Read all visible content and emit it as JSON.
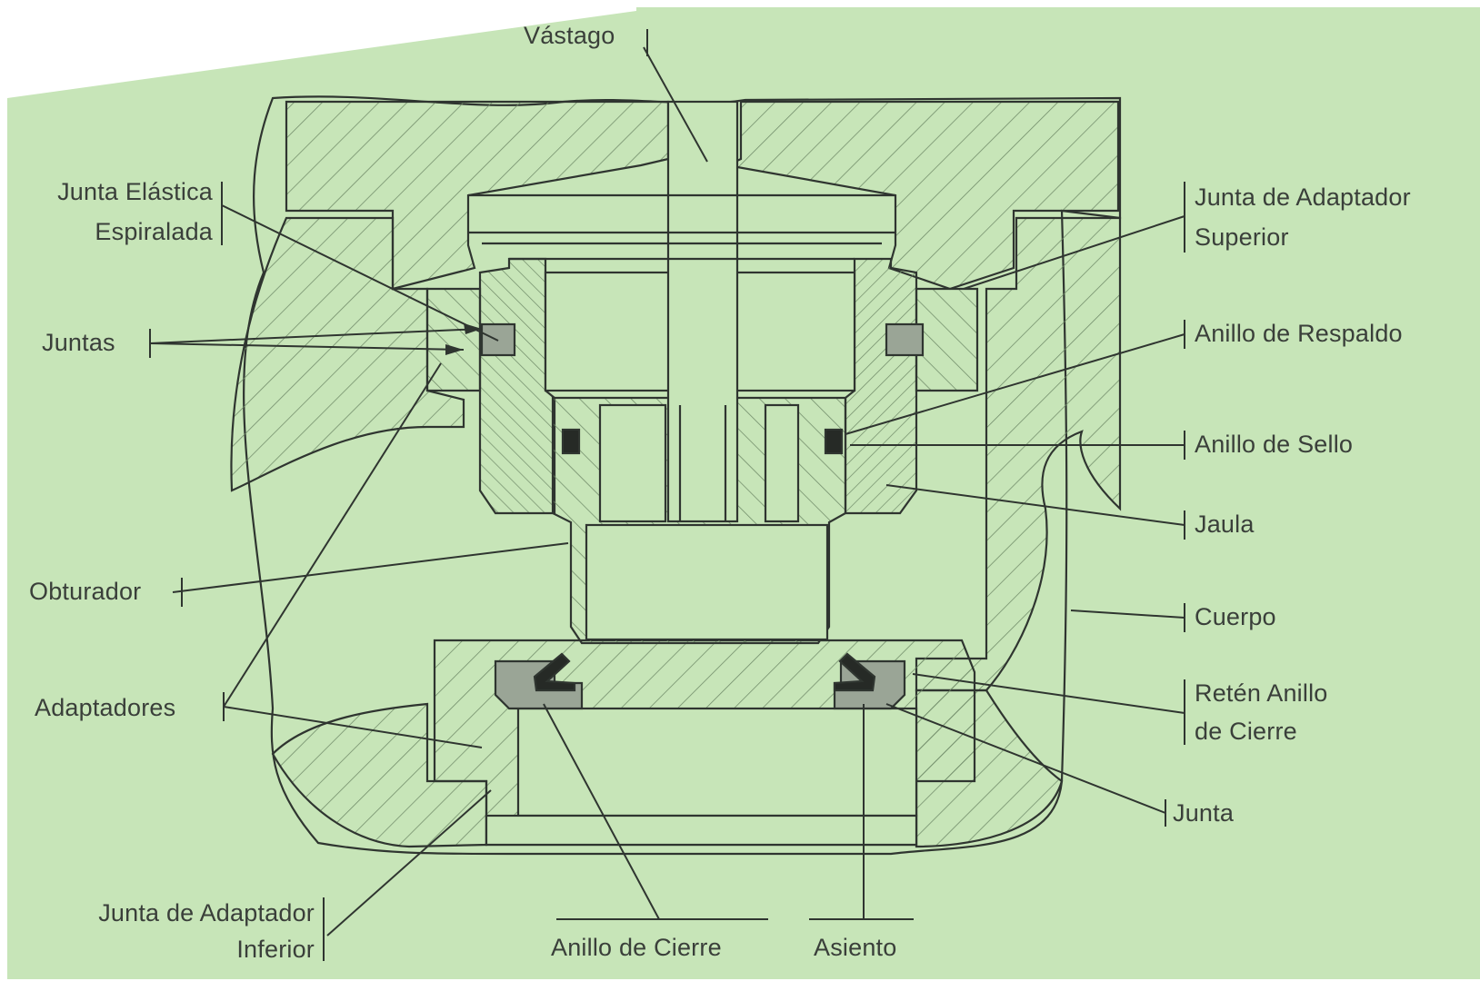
{
  "labels": {
    "vastago": "Vástago",
    "junta_elastica_l1": "Junta Elástica",
    "junta_elastica_l2": "Espiralada",
    "juntas": "Juntas",
    "obturador": "Obturador",
    "adaptadores": "Adaptadores",
    "junta_adaptador_inferior_l1": "Junta de Adaptador",
    "junta_adaptador_inferior_l2": "Inferior",
    "anillo_cierre": "Anillo de Cierre",
    "asiento": "Asiento",
    "junta_adaptador_superior_l1": "Junta de Adaptador",
    "junta_adaptador_superior_l2": "Superior",
    "anillo_respaldo": "Anillo de Respaldo",
    "anillo_sello": "Anillo de Sello",
    "jaula": "Jaula",
    "cuerpo": "Cuerpo",
    "reten_l1": "Retén Anillo",
    "reten_l2": "de Cierre",
    "junta": "Junta"
  },
  "colors": {
    "background": "#c7e5b8",
    "line": "#2f3530",
    "hatch": "#6f8a68",
    "seal_fill": "#9aa596",
    "seal_dark": "#262a26"
  }
}
